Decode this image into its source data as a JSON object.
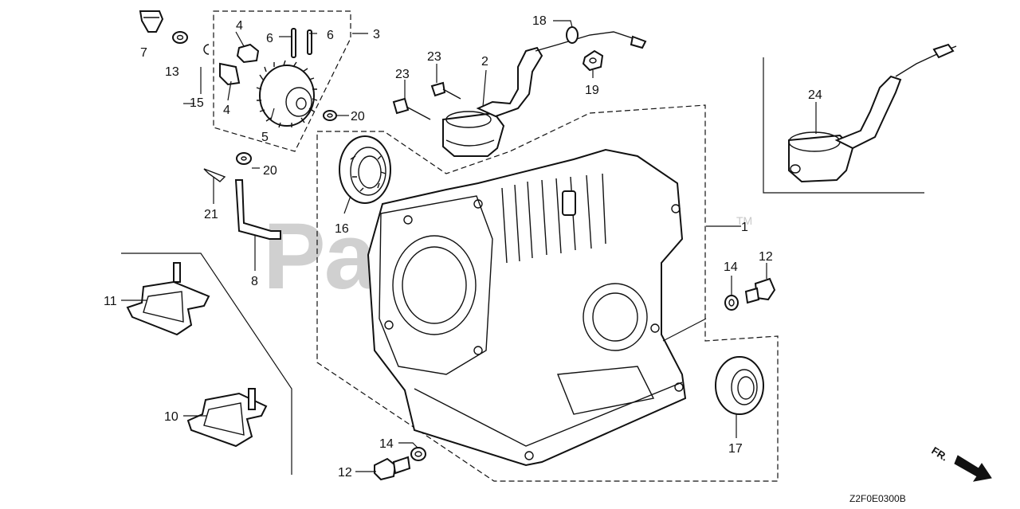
{
  "watermark": {
    "text": "PartTree",
    "tm": "TM"
  },
  "diagram_code": "Z2F0E0300B",
  "direction_label": "FR.",
  "callouts": [
    {
      "id": "c7",
      "text": "7"
    },
    {
      "id": "c13",
      "text": "13"
    },
    {
      "id": "c15",
      "text": "15"
    },
    {
      "id": "c4a",
      "text": "4"
    },
    {
      "id": "c4b",
      "text": "4"
    },
    {
      "id": "c6a",
      "text": "6"
    },
    {
      "id": "c6b",
      "text": "6"
    },
    {
      "id": "c3",
      "text": "3"
    },
    {
      "id": "c5",
      "text": "5"
    },
    {
      "id": "c20a",
      "text": "20"
    },
    {
      "id": "c20b",
      "text": "20"
    },
    {
      "id": "c21",
      "text": "21"
    },
    {
      "id": "c8",
      "text": "8"
    },
    {
      "id": "c18",
      "text": "18"
    },
    {
      "id": "c2",
      "text": "2"
    },
    {
      "id": "c23a",
      "text": "23"
    },
    {
      "id": "c23b",
      "text": "23"
    },
    {
      "id": "c19",
      "text": "19"
    },
    {
      "id": "c24",
      "text": "24"
    },
    {
      "id": "c16",
      "text": "16"
    },
    {
      "id": "c1",
      "text": "1"
    },
    {
      "id": "c14a",
      "text": "14"
    },
    {
      "id": "c12a",
      "text": "12"
    },
    {
      "id": "c11",
      "text": "11"
    },
    {
      "id": "c10",
      "text": "10"
    },
    {
      "id": "c17",
      "text": "17"
    },
    {
      "id": "c14b",
      "text": "14"
    },
    {
      "id": "c12b",
      "text": "12"
    }
  ]
}
